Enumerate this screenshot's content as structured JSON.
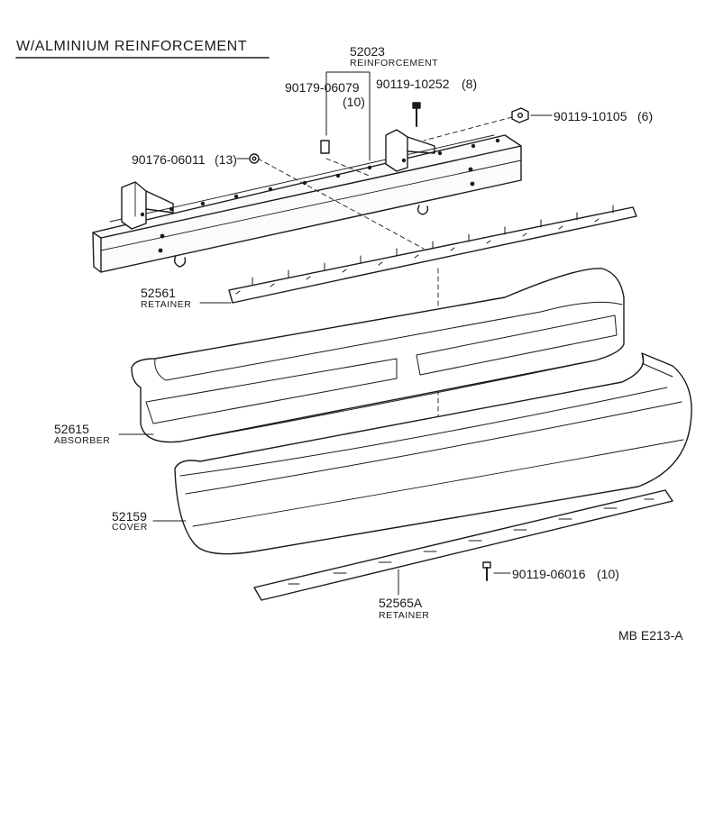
{
  "title": "W/ALMINIUM  REINFORCEMENT",
  "parts": {
    "reinforcement": {
      "number": "52023",
      "name": "REINFORCEMENT"
    },
    "bolt_90119_10252": {
      "number": "90119-10252",
      "qty": "(8)"
    },
    "nut_90179_06079": {
      "number": "90179-06079",
      "qty": "(10)"
    },
    "nut_90119_10105": {
      "number": "90119-10105",
      "qty": "(6)"
    },
    "nut_90176_06011": {
      "number": "90176-06011",
      "qty": "(13)"
    },
    "retainer_upper": {
      "number": "52561",
      "name": "RETAINER"
    },
    "absorber": {
      "number": "52615",
      "name": "ABSORBER"
    },
    "cover": {
      "number": "52159",
      "name": "COVER"
    },
    "bolt_90119_06016": {
      "number": "90119-06016",
      "qty": "(10)"
    },
    "retainer_lower": {
      "number": "52565A",
      "name": "RETAINER"
    }
  },
  "footer": {
    "code": "MB  E213-A"
  }
}
